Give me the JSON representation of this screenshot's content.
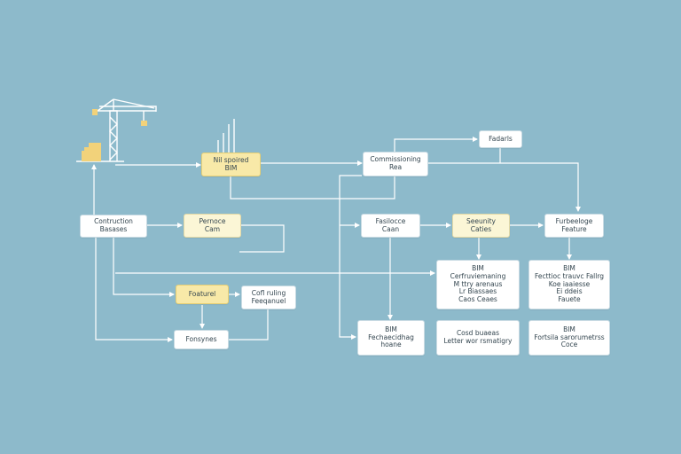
{
  "colors": {
    "background": "#8dbacb",
    "line": "#ffffff",
    "box": "#ffffff",
    "box_highlight": "#fbf6d6",
    "box_yellow": "#f8e9a8",
    "crane": "#f2d27a"
  },
  "icons": [
    "construction-crane-icon",
    "building-icon"
  ],
  "nodes": {
    "bim_top": [
      "Nil spoired",
      "BIM"
    ],
    "commissioning": [
      "Commissioning",
      "Rea"
    ],
    "faults": [
      "Fadarls"
    ],
    "construction_bases": [
      "Contruction",
      "Basases"
    ],
    "pernoce_cam": [
      "Pernoce",
      "Cam"
    ],
    "fasilocce_cam": [
      "Fasilocce",
      "Caan"
    ],
    "security_caties": [
      "Seeunity",
      "Caties"
    ],
    "furbeeloge_feature": [
      "Furbeeloge",
      "Feature"
    ],
    "foaturel": [
      "Foaturel"
    ],
    "cofl_ruling_feeqanuel": [
      "Cofl ruling",
      "Feeqanuel"
    ],
    "fonsynes": [
      "Fonsynes"
    ],
    "bim_mid": [
      "BIM",
      "Cerfruviemaning",
      "M ttry arenaus",
      "Lr Biassaes",
      "Caos Ceaes"
    ],
    "bim_right": [
      "BIM",
      "Fecttioc trauvc Fallrg",
      "Koe iaaiesse",
      "Ei ddeis",
      "Fauete"
    ],
    "bim_low": [
      "BIM",
      "Fechaecidhag",
      "hoane"
    ],
    "cost_buaeas": [
      "Cosd buaeas",
      "Letter wor rsmatigry"
    ],
    "bim_low_right": [
      "BIM",
      "Fortsila sarorumetrss",
      "Coce"
    ]
  }
}
